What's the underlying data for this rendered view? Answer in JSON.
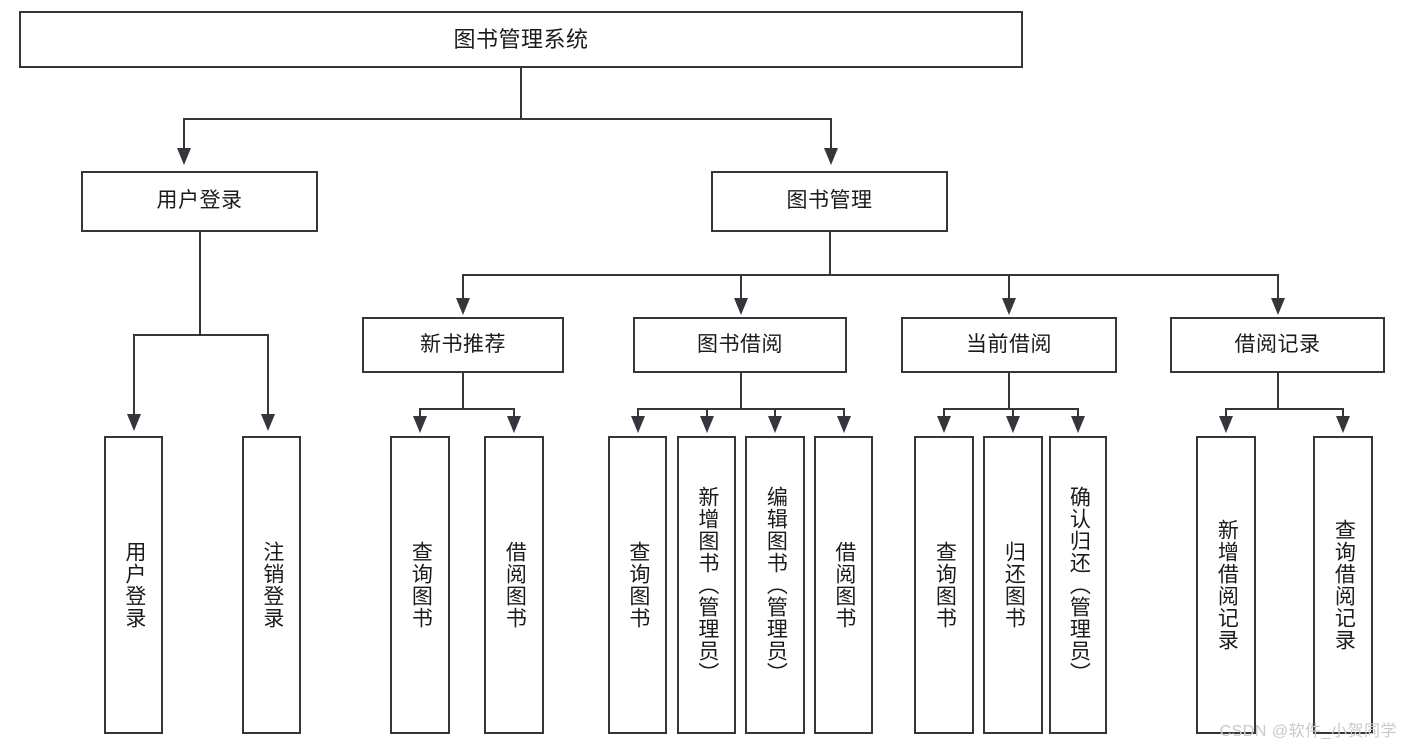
{
  "diagram": {
    "type": "tree-hierarchy",
    "title": "图书管理系统",
    "watermark": "CSDN @软件_小贺同学",
    "colors": {
      "stroke": "#33363b",
      "fill": "#ffffff",
      "text": "#1b1b1b",
      "watermark": "#c9c9c9"
    },
    "levels": {
      "root": {
        "label": "图书管理系统"
      },
      "level2": [
        {
          "id": "user-login",
          "label": "用户登录"
        },
        {
          "id": "book-manage",
          "label": "图书管理"
        }
      ],
      "level3": [
        {
          "id": "new-book-recommend",
          "label": "新书推荐"
        },
        {
          "id": "book-borrow",
          "label": "图书借阅"
        },
        {
          "id": "current-borrow",
          "label": "当前借阅"
        },
        {
          "id": "borrow-record",
          "label": "借阅记录"
        }
      ],
      "leaves": {
        "user-login": [
          {
            "id": "leaf-user-login",
            "label": "用户登录"
          },
          {
            "id": "leaf-logout",
            "label": "注销登录"
          }
        ],
        "new-book-recommend": [
          {
            "id": "leaf-query-book-1",
            "label": "查询图书"
          },
          {
            "id": "leaf-borrow-book-1",
            "label": "借阅图书"
          }
        ],
        "book-borrow": [
          {
            "id": "leaf-query-book-2",
            "label": "查询图书"
          },
          {
            "id": "leaf-add-book",
            "label": "新增图书（管理员）"
          },
          {
            "id": "leaf-edit-book",
            "label": "编辑图书（管理员）"
          },
          {
            "id": "leaf-borrow-book-2",
            "label": "借阅图书"
          }
        ],
        "current-borrow": [
          {
            "id": "leaf-query-book-3",
            "label": "查询图书"
          },
          {
            "id": "leaf-return-book",
            "label": "归还图书"
          },
          {
            "id": "leaf-confirm-return",
            "label": "确认归还（管理员）"
          }
        ],
        "borrow-record": [
          {
            "id": "leaf-add-record",
            "label": "新增借阅记录"
          },
          {
            "id": "leaf-query-record",
            "label": "查询借阅记录"
          }
        ]
      }
    }
  }
}
